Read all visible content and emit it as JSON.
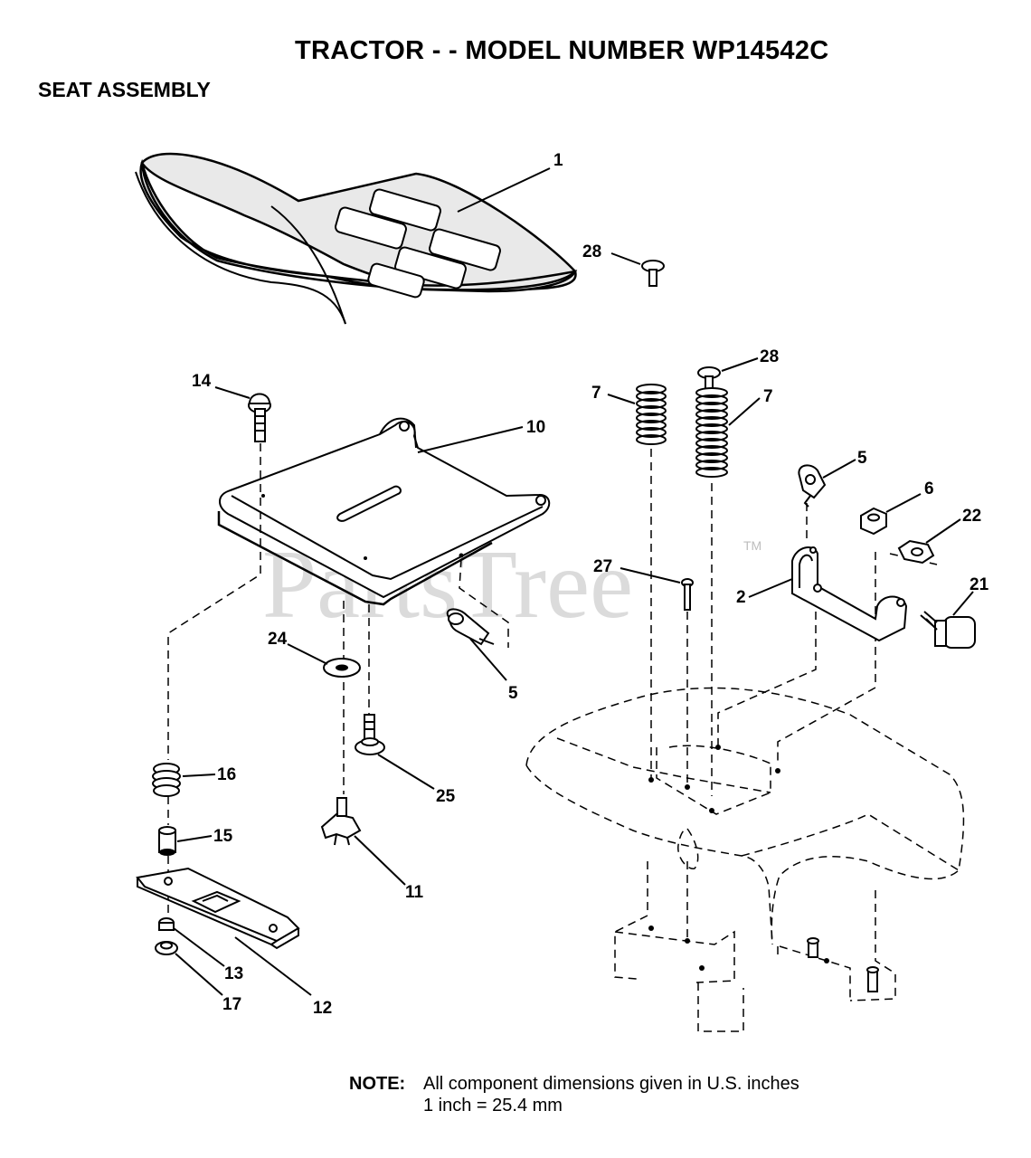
{
  "header": {
    "title": "TRACTOR - - MODEL NUMBER WP14542C",
    "section": "SEAT ASSEMBLY"
  },
  "watermark": {
    "text": "PartsTree",
    "trademark": "TM"
  },
  "callouts": {
    "c1": "1",
    "c2": "2",
    "c5a": "5",
    "c5b": "5",
    "c6": "6",
    "c7a": "7",
    "c7b": "7",
    "c10": "10",
    "c11": "11",
    "c12": "12",
    "c13": "13",
    "c14": "14",
    "c15": "15",
    "c16": "16",
    "c17": "17",
    "c21": "21",
    "c22": "22",
    "c24": "24",
    "c25": "25",
    "c27": "27",
    "c28a": "28",
    "c28b": "28"
  },
  "note": {
    "label": "NOTE:",
    "line1": "All component dimensions given in U.S. inches",
    "line2": "1 inch = 25.4 mm"
  }
}
